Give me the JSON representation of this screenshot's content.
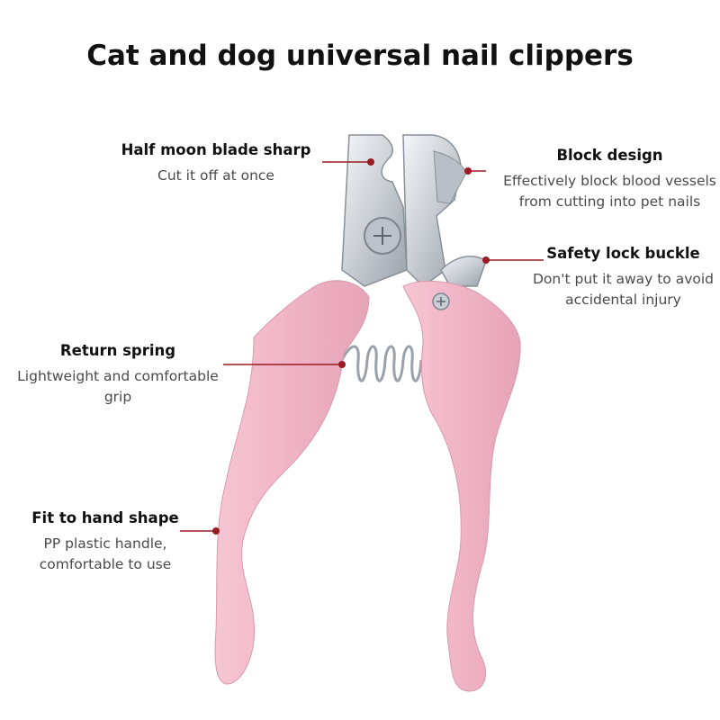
{
  "title": "Cat and dog universal nail clippers",
  "colors": {
    "handle": "#f2b9cb",
    "leader": "#9b1b24",
    "blade": "#d9dde2"
  },
  "callouts": {
    "blade": {
      "heading": "Half moon blade sharp",
      "desc": [
        "Cut it off at once"
      ]
    },
    "block": {
      "heading": "Block design",
      "desc": [
        "Effectively block blood vessels",
        "from cutting into pet nails"
      ]
    },
    "lock": {
      "heading": "Safety lock buckle",
      "desc": [
        "Don't put it away to avoid",
        "accidental injury"
      ]
    },
    "spring": {
      "heading": "Return spring",
      "desc": [
        "Lightweight and comfortable",
        "grip"
      ]
    },
    "hand": {
      "heading": "Fit to hand shape",
      "desc": [
        "PP plastic handle,",
        "comfortable to use"
      ]
    }
  }
}
